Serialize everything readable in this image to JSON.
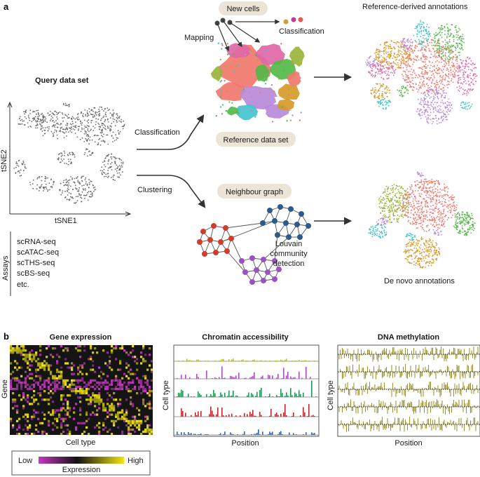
{
  "panel_a": {
    "letter": "a",
    "query": {
      "title": "Query data set",
      "axis_y": "tSNE2",
      "axis_x": "tSNE1"
    },
    "assays": {
      "label": "Assays",
      "items": [
        "scRNA-seq",
        "scATAC-seq",
        "scTHS-seq",
        "scBS-seq",
        "etc."
      ]
    },
    "classification_branch": {
      "arrow_label": "Classification",
      "new_cells": "New cells",
      "mapping": "Mapping",
      "classification_result": "Classification",
      "reference_set": "Reference data set",
      "result_title": "Reference-derived annotations"
    },
    "clustering_branch": {
      "arrow_label": "Clustering",
      "graph_title": "Neighbour graph",
      "louvain": [
        "Louvain",
        "community",
        "detection"
      ],
      "result_title": "De novo annotations"
    }
  },
  "panel_b": {
    "letter": "b",
    "gene_expression": {
      "title": "Gene expression",
      "ylabel": "Gene",
      "xlabel": "Cell type",
      "legend": {
        "low": "Low",
        "high": "High",
        "label": "Expression"
      }
    },
    "chromatin": {
      "title": "Chromatin accessibility",
      "ylabel": "Cell type",
      "xlabel": "Position"
    },
    "methylation": {
      "title": "DNA methylation",
      "ylabel": "Cell type",
      "xlabel": "Position"
    }
  },
  "colors": {
    "cluster_red": "#f0786e",
    "cluster_green": "#55b848",
    "cluster_purple": "#b98ad9",
    "cluster_orange": "#d79a2a",
    "cluster_cyan": "#46c2cc",
    "cluster_olive": "#9bb338",
    "cluster_pink": "#e067a8",
    "graph_red": "#d23c2d",
    "graph_blue": "#2c5a8c",
    "graph_purple": "#9a52c2",
    "label_box": "#ece4d6",
    "heat_low": "#c537c0",
    "heat_mid": "#111111",
    "heat_high": "#f2e611",
    "track_olive": "#b7be3c",
    "track_purple": "#b04cc8",
    "track_green": "#1d9a55",
    "track_red": "#c0262b",
    "track_blue": "#2d67ad",
    "methyl_olive": "#9a9530"
  }
}
